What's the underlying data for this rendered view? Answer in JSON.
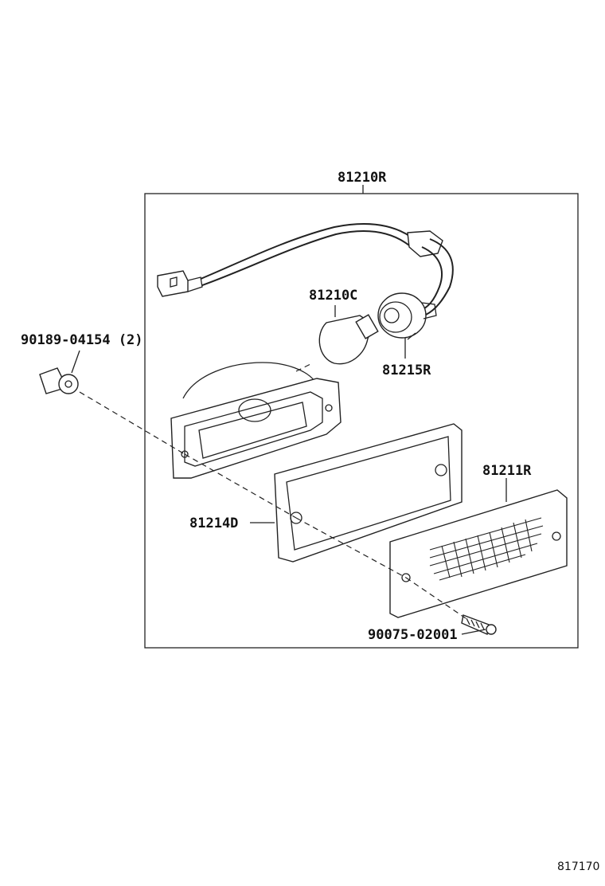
{
  "parts": {
    "assembly": "81210R",
    "bulb": "81210C",
    "socket": "81215R",
    "lens": "81211R",
    "gasket": "81214D",
    "clip": "90189-04154 (2)",
    "screw": "90075-02001"
  },
  "diagram_ref": "817170"
}
